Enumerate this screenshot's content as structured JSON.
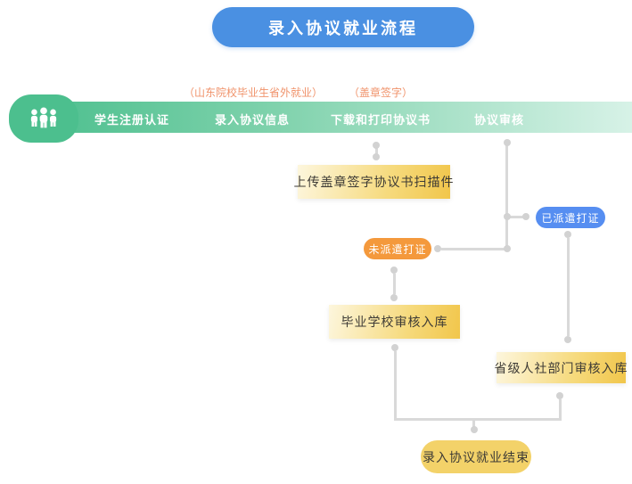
{
  "title": "录入协议就业流程",
  "band": {
    "icon": "people-icon",
    "steps": [
      {
        "label": "学生注册认证"
      },
      {
        "label": "录入协议信息",
        "annotation": "（山东院校毕业生省外就业）"
      },
      {
        "label": "下载和打印协议书",
        "annotation": "（盖章签字）"
      },
      {
        "label": "协议审核"
      }
    ]
  },
  "nodes": {
    "upload_scan": "上传盖章签字协议书扫描件",
    "dispatched": "已派遣打证",
    "not_dispatched": "未派遣打证",
    "school_review": "毕业学校审核入库",
    "provincial_review": "省级人社部门审核入库",
    "finish": "录入协议就业结束"
  },
  "colors": {
    "title_blue": "#4a90e2",
    "band_green_start": "#4cbf8e",
    "band_green_end": "#d7f2e7",
    "annotation_orange": "#f0936b",
    "box_yellow_start": "#fdf6dd",
    "box_yellow_end": "#f1c64b",
    "pill_blue": "#568ef1",
    "pill_orange": "#f4993c",
    "pill_finish_yellow": "#f3d269",
    "connector_gray": "#d9d9d9"
  }
}
